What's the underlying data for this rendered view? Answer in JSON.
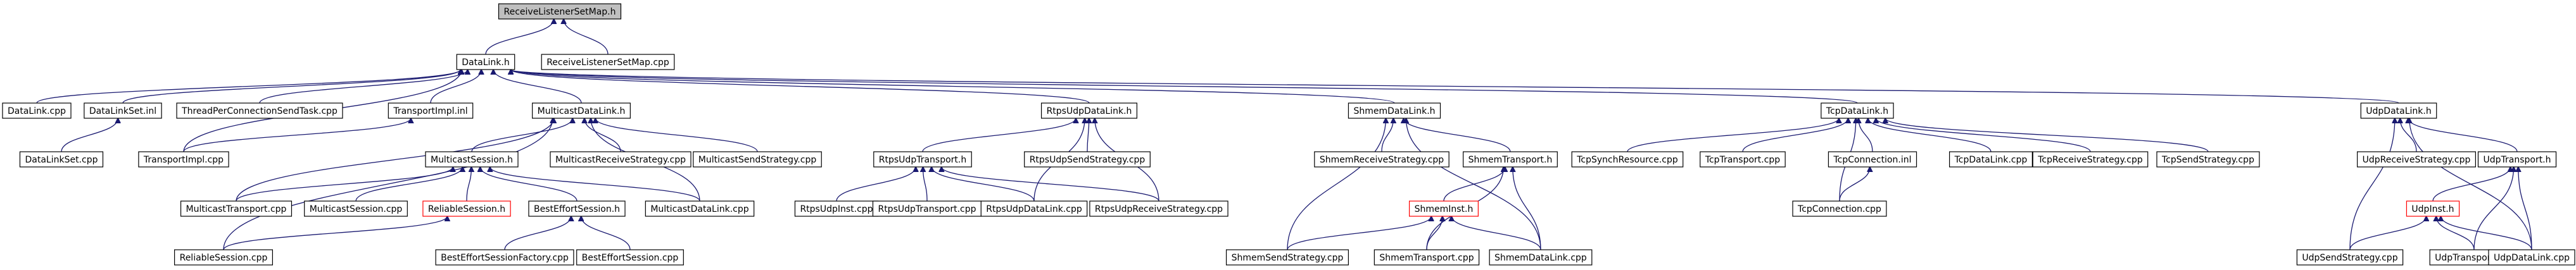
{
  "diagram": {
    "type": "include-dependency-graph",
    "colors": {
      "edge": "#191970",
      "root_fill": "#bfbfbf",
      "missing_border": "#ff0000",
      "node_border": "#000000"
    },
    "nodes": [
      {
        "id": "root",
        "label": "ReceiveListenerSetMap.h",
        "style": "root"
      },
      {
        "id": "rlsm_cpp",
        "label": "ReceiveListenerSetMap.cpp"
      },
      {
        "id": "datalink_h",
        "label": "DataLink.h"
      },
      {
        "id": "datalink_cpp",
        "label": "DataLink.cpp"
      },
      {
        "id": "datalinkset_inl",
        "label": "DataLinkSet.inl"
      },
      {
        "id": "tpcst_cpp",
        "label": "ThreadPerConnectionSendTask.cpp"
      },
      {
        "id": "transportimpl_inl",
        "label": "TransportImpl.inl"
      },
      {
        "id": "mcastdatalink_h",
        "label": "MulticastDataLink.h"
      },
      {
        "id": "rtpsudpdatalink_h",
        "label": "RtpsUdpDataLink.h"
      },
      {
        "id": "shmemdatalink_h",
        "label": "ShmemDataLink.h"
      },
      {
        "id": "tcpdatalink_h",
        "label": "TcpDataLink.h"
      },
      {
        "id": "udpdatalink_h",
        "label": "UdpDataLink.h"
      },
      {
        "id": "datalinkset_cpp",
        "label": "DataLinkSet.cpp"
      },
      {
        "id": "transportimpl_cpp",
        "label": "TransportImpl.cpp"
      },
      {
        "id": "mcastsession_h",
        "label": "MulticastSession.h"
      },
      {
        "id": "mcastrecvstrat_cpp",
        "label": "MulticastReceiveStrategy.cpp"
      },
      {
        "id": "mcastsendstrat_cpp",
        "label": "MulticastSendStrategy.cpp"
      },
      {
        "id": "rtpsudptransport_h",
        "label": "RtpsUdpTransport.h"
      },
      {
        "id": "rtpsudpsendstrat_cpp",
        "label": "RtpsUdpSendStrategy.cpp"
      },
      {
        "id": "shmemrecvstrat_cpp",
        "label": "ShmemReceiveStrategy.cpp"
      },
      {
        "id": "shmemtransport_h",
        "label": "ShmemTransport.h"
      },
      {
        "id": "tcpsynchres_cpp",
        "label": "TcpSynchResource.cpp"
      },
      {
        "id": "tcptransport_cpp",
        "label": "TcpTransport.cpp"
      },
      {
        "id": "tcpconnection_inl",
        "label": "TcpConnection.inl"
      },
      {
        "id": "tcpdatalink_cpp",
        "label": "TcpDataLink.cpp"
      },
      {
        "id": "tcprecvstrat_cpp",
        "label": "TcpReceiveStrategy.cpp"
      },
      {
        "id": "tcpsendstrat_cpp",
        "label": "TcpSendStrategy.cpp"
      },
      {
        "id": "udprecvstrat_cpp",
        "label": "UdpReceiveStrategy.cpp"
      },
      {
        "id": "udptransport_h",
        "label": "UdpTransport.h"
      },
      {
        "id": "mcasttransport_cpp",
        "label": "MulticastTransport.cpp"
      },
      {
        "id": "mcastsession_cpp",
        "label": "MulticastSession.cpp"
      },
      {
        "id": "reliablesession_h",
        "label": "ReliableSession.h",
        "style": "red"
      },
      {
        "id": "besteffortsession_h",
        "label": "BestEffortSession.h"
      },
      {
        "id": "mcastdatalink_cpp",
        "label": "MulticastDataLink.cpp"
      },
      {
        "id": "rtpsudpinst_cpp",
        "label": "RtpsUdpInst.cpp"
      },
      {
        "id": "rtpsudptransport_cpp",
        "label": "RtpsUdpTransport.cpp"
      },
      {
        "id": "rtpsudpdatalink_cpp",
        "label": "RtpsUdpDataLink.cpp"
      },
      {
        "id": "rtpsudprecvstrat_cpp",
        "label": "RtpsUdpReceiveStrategy.cpp"
      },
      {
        "id": "shmeminst_h",
        "label": "ShmemInst.h",
        "style": "red"
      },
      {
        "id": "tcpconnection_cpp",
        "label": "TcpConnection.cpp"
      },
      {
        "id": "udpinst_h",
        "label": "UdpInst.h",
        "style": "red"
      },
      {
        "id": "reliablesession_cpp",
        "label": "ReliableSession.cpp"
      },
      {
        "id": "besteffortsessionfactory_cpp",
        "label": "BestEffortSessionFactory.cpp"
      },
      {
        "id": "besteffortsession_cpp",
        "label": "BestEffortSession.cpp"
      },
      {
        "id": "shmemsendstrat_cpp",
        "label": "ShmemSendStrategy.cpp"
      },
      {
        "id": "shmemtransport_cpp",
        "label": "ShmemTransport.cpp"
      },
      {
        "id": "shmemdatalink_cpp",
        "label": "ShmemDataLink.cpp"
      },
      {
        "id": "udpsendstrat_cpp",
        "label": "UdpSendStrategy.cpp"
      },
      {
        "id": "udptransport_cpp",
        "label": "UdpTransport.cpp"
      },
      {
        "id": "udpdatalink_cpp",
        "label": "UdpDataLink.cpp"
      }
    ],
    "edges": [
      [
        "rlsm_cpp",
        "root"
      ],
      [
        "datalink_h",
        "root"
      ],
      [
        "datalink_cpp",
        "datalink_h"
      ],
      [
        "datalinkset_inl",
        "datalink_h"
      ],
      [
        "tpcst_cpp",
        "datalink_h"
      ],
      [
        "transportimpl_inl",
        "datalink_h"
      ],
      [
        "transportimpl_cpp",
        "datalink_h"
      ],
      [
        "mcastdatalink_h",
        "datalink_h"
      ],
      [
        "rtpsudpdatalink_h",
        "datalink_h"
      ],
      [
        "shmemdatalink_h",
        "datalink_h"
      ],
      [
        "tcpdatalink_h",
        "datalink_h"
      ],
      [
        "udpdatalink_h",
        "datalink_h"
      ],
      [
        "datalinkset_cpp",
        "datalinkset_inl"
      ],
      [
        "transportimpl_cpp",
        "transportimpl_inl"
      ],
      [
        "mcastsession_h",
        "mcastdatalink_h"
      ],
      [
        "mcastrecvstrat_cpp",
        "mcastdatalink_h"
      ],
      [
        "mcastsendstrat_cpp",
        "mcastdatalink_h"
      ],
      [
        "mcasttransport_cpp",
        "mcastdatalink_h"
      ],
      [
        "mcastdatalink_cpp",
        "mcastdatalink_h"
      ],
      [
        "reliablesession_cpp",
        "mcastdatalink_h"
      ],
      [
        "mcasttransport_cpp",
        "mcastsession_h"
      ],
      [
        "mcastsession_cpp",
        "mcastsession_h"
      ],
      [
        "reliablesession_h",
        "mcastsession_h"
      ],
      [
        "besteffortsession_h",
        "mcastsession_h"
      ],
      [
        "mcastdatalink_cpp",
        "mcastsession_h"
      ],
      [
        "reliablesession_cpp",
        "reliablesession_h"
      ],
      [
        "besteffortsessionfactory_cpp",
        "besteffortsession_h"
      ],
      [
        "besteffortsession_cpp",
        "besteffortsession_h"
      ],
      [
        "rtpsudptransport_h",
        "rtpsudpdatalink_h"
      ],
      [
        "rtpsudpsendstrat_cpp",
        "rtpsudpdatalink_h"
      ],
      [
        "rtpsudpdatalink_cpp",
        "rtpsudpdatalink_h"
      ],
      [
        "rtpsudprecvstrat_cpp",
        "rtpsudpdatalink_h"
      ],
      [
        "rtpsudpinst_cpp",
        "rtpsudptransport_h"
      ],
      [
        "rtpsudptransport_cpp",
        "rtpsudptransport_h"
      ],
      [
        "rtpsudpdatalink_cpp",
        "rtpsudptransport_h"
      ],
      [
        "rtpsudprecvstrat_cpp",
        "rtpsudptransport_h"
      ],
      [
        "shmemrecvstrat_cpp",
        "shmemdatalink_h"
      ],
      [
        "shmemtransport_h",
        "shmemdatalink_h"
      ],
      [
        "shmemsendstrat_cpp",
        "shmemdatalink_h"
      ],
      [
        "shmemdatalink_cpp",
        "shmemdatalink_h"
      ],
      [
        "shmeminst_h",
        "shmemtransport_h"
      ],
      [
        "shmemtransport_cpp",
        "shmemtransport_h"
      ],
      [
        "shmemdatalink_cpp",
        "shmemtransport_h"
      ],
      [
        "shmemsendstrat_cpp",
        "shmeminst_h"
      ],
      [
        "shmemtransport_cpp",
        "shmeminst_h"
      ],
      [
        "shmemdatalink_cpp",
        "shmeminst_h"
      ],
      [
        "tcpsynchres_cpp",
        "tcpdatalink_h"
      ],
      [
        "tcptransport_cpp",
        "tcpdatalink_h"
      ],
      [
        "tcpconnection_inl",
        "tcpdatalink_h"
      ],
      [
        "tcpdatalink_cpp",
        "tcpdatalink_h"
      ],
      [
        "tcprecvstrat_cpp",
        "tcpdatalink_h"
      ],
      [
        "tcpsendstrat_cpp",
        "tcpdatalink_h"
      ],
      [
        "tcpconnection_cpp",
        "tcpdatalink_h"
      ],
      [
        "tcpconnection_cpp",
        "tcpconnection_inl"
      ],
      [
        "udprecvstrat_cpp",
        "udpdatalink_h"
      ],
      [
        "udptransport_h",
        "udpdatalink_h"
      ],
      [
        "udpsendstrat_cpp",
        "udpdatalink_h"
      ],
      [
        "udpdatalink_cpp",
        "udpdatalink_h"
      ],
      [
        "udpinst_h",
        "udptransport_h"
      ],
      [
        "udptransport_cpp",
        "udptransport_h"
      ],
      [
        "udpdatalink_cpp",
        "udptransport_h"
      ],
      [
        "udpsendstrat_cpp",
        "udpinst_h"
      ],
      [
        "udptransport_cpp",
        "udpinst_h"
      ],
      [
        "udpdatalink_cpp",
        "udpinst_h"
      ]
    ]
  }
}
